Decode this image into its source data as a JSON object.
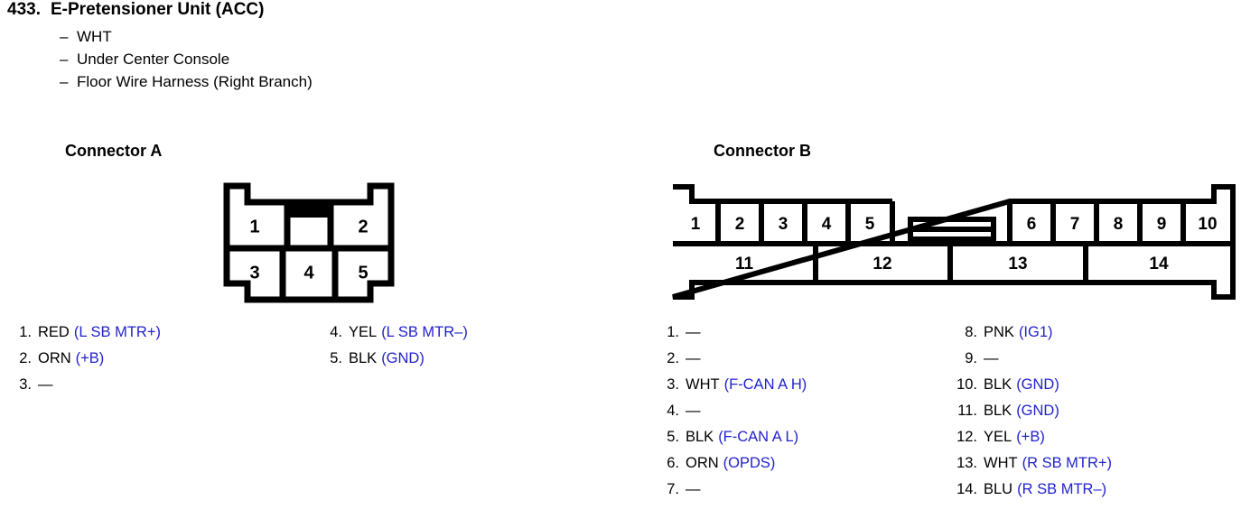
{
  "header": {
    "number": "433.",
    "title": "E-Pretensioner Unit (ACC)",
    "bullets": [
      "WHT",
      "Under Center Console",
      "Floor Wire Harness (Right Branch)"
    ],
    "dash": "–"
  },
  "colors": {
    "signal_blue": "#2222CC",
    "line_black": "#000000",
    "background": "#FFFFFF"
  },
  "connector_a": {
    "heading": "Connector A",
    "top_cells": [
      "1",
      "2"
    ],
    "bottom_cells": [
      "3",
      "4",
      "5"
    ],
    "pins_left": [
      {
        "index": "1.",
        "color": "RED",
        "signal": "(L SB MTR+)"
      },
      {
        "index": "2.",
        "color": "ORN",
        "signal": "(+B)"
      },
      {
        "index": "3.",
        "color": "—",
        "signal": ""
      }
    ],
    "pins_right": [
      {
        "index": "4.",
        "color": "YEL",
        "signal": "(L SB MTR–)"
      },
      {
        "index": "5.",
        "color": "BLK",
        "signal": "(GND)"
      }
    ]
  },
  "connector_b": {
    "heading": "Connector B",
    "top_cells_left": [
      "1",
      "2",
      "3",
      "4",
      "5"
    ],
    "top_cells_right": [
      "6",
      "7",
      "8",
      "9",
      "10"
    ],
    "bottom_cells": [
      "11",
      "12",
      "13",
      "14"
    ],
    "pins_left": [
      {
        "index": "1.",
        "color": "—",
        "signal": ""
      },
      {
        "index": "2.",
        "color": "—",
        "signal": ""
      },
      {
        "index": "3.",
        "color": "WHT",
        "signal": "(F-CAN A H)"
      },
      {
        "index": "4.",
        "color": "—",
        "signal": ""
      },
      {
        "index": "5.",
        "color": "BLK",
        "signal": "(F-CAN A L)"
      },
      {
        "index": "6.",
        "color": "ORN",
        "signal": "(OPDS)"
      },
      {
        "index": "7.",
        "color": "—",
        "signal": ""
      }
    ],
    "pins_right": [
      {
        "index": "8.",
        "color": "PNK",
        "signal": "(IG1)"
      },
      {
        "index": "9.",
        "color": "—",
        "signal": ""
      },
      {
        "index": "10.",
        "color": "BLK",
        "signal": "(GND)"
      },
      {
        "index": "11.",
        "color": "BLK",
        "signal": "(GND)"
      },
      {
        "index": "12.",
        "color": "YEL",
        "signal": "(+B)"
      },
      {
        "index": "13.",
        "color": "WHT",
        "signal": "(R SB MTR+)"
      },
      {
        "index": "14.",
        "color": "BLU",
        "signal": "(R SB MTR–)"
      }
    ]
  }
}
